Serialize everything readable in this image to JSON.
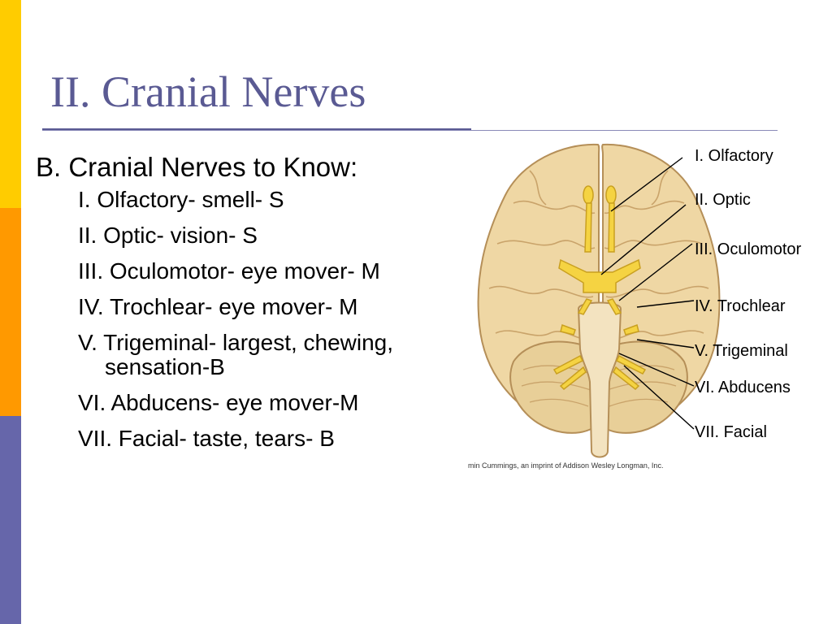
{
  "slide": {
    "title": "II. Cranial Nerves",
    "heading": "B. Cranial Nerves to Know:",
    "items": [
      "I. Olfactory- smell- S",
      "II. Optic- vision- S",
      "III. Oculomotor- eye mover- M",
      "IV. Trochlear- eye mover- M",
      "V. Trigeminal- largest, chewing, sensation-B",
      "VI. Abducens- eye mover-M",
      "VII. Facial- taste, tears- B"
    ]
  },
  "figure": {
    "labels": {
      "olfactory": "I. Olfactory",
      "optic": "II. Optic",
      "oculomotor": "III. Oculomotor",
      "trochlear": "IV. Trochlear",
      "trigeminal": "V. Trigeminal",
      "abducens": "VI. Abducens",
      "facial": "VII. Facial"
    },
    "credit": "min Cummings, an imprint of Addison Wesley Longman, Inc."
  },
  "colors": {
    "title": "#5a5a93",
    "accent_yellow": "#ffcc00",
    "accent_orange": "#ff9900",
    "accent_purple": "#6666aa",
    "brain": "#efd7a4",
    "nerve": "#f5d342"
  }
}
